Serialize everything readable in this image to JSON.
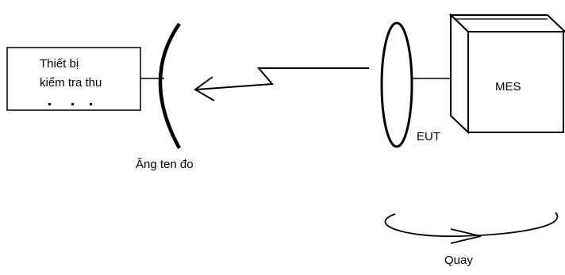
{
  "receiver": {
    "line1": "Thiết bị",
    "line2": "kiểm tra thu"
  },
  "antenna_label": "Ăng ten đo",
  "eut_label": "EUT",
  "mes_label": "MES",
  "rotation_label": "Quay",
  "colors": {
    "stroke": "#000000",
    "background": "#ffffff"
  }
}
